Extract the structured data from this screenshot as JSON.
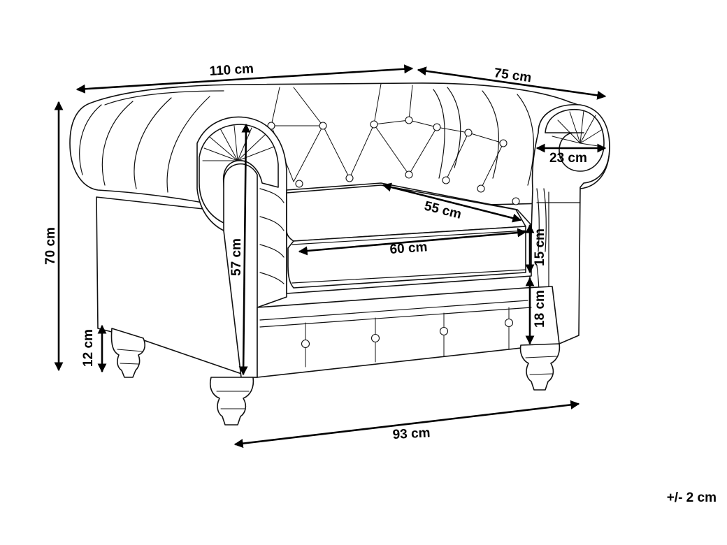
{
  "dimensions": {
    "width": "110 cm",
    "depth": "75 cm",
    "height": "70 cm",
    "arm_width": "23 cm",
    "seat_depth": "55 cm",
    "seat_width": "60 cm",
    "cushion_height": "15 cm",
    "seat_height": "18 cm",
    "arm_height": "57 cm",
    "leg_height": "12 cm",
    "base_width": "93 cm"
  },
  "tolerance": "+/- 2 cm",
  "colors": {
    "line": "#111111",
    "background": "#ffffff"
  }
}
